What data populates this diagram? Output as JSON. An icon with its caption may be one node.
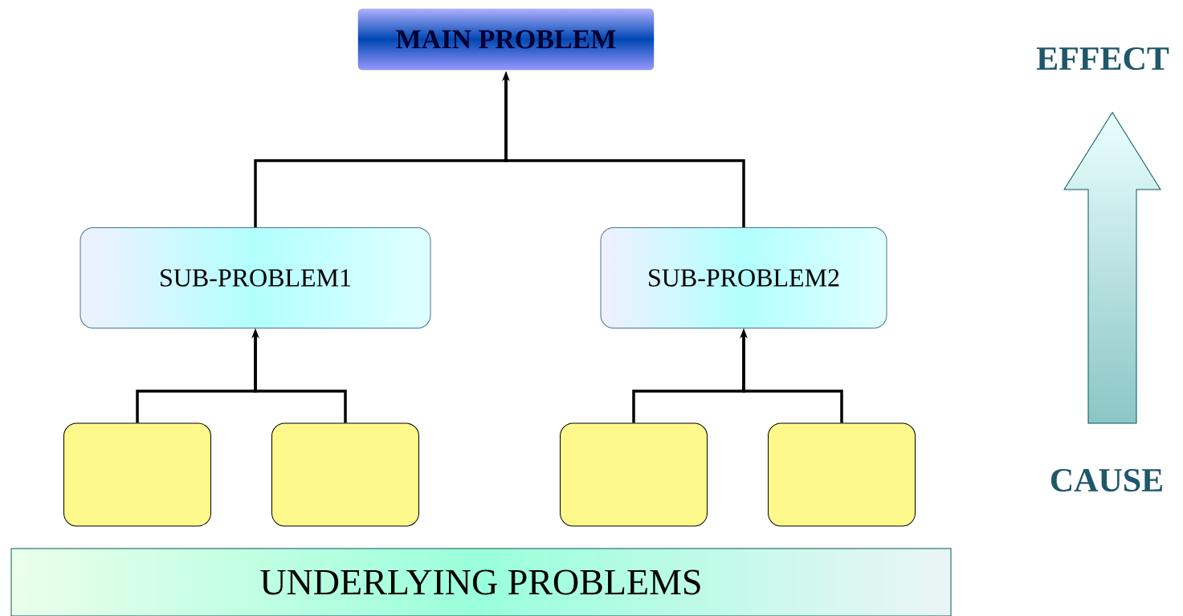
{
  "diagram": {
    "nodes": [
      {
        "text": [
          "MAIN PROBLEM"
        ]
      },
      {
        "text": [
          "SUB-PROBLEM1"
        ]
      },
      {
        "text": [
          "SUB-PROBLEM2"
        ]
      },
      {
        "text": [],
        "shape": "box"
      },
      {
        "text": [],
        "shape": "box"
      },
      {
        "text": [],
        "shape": "box"
      },
      {
        "text": [],
        "shape": "box"
      },
      {
        "text": [
          "UNDERLYING PROBLEMS"
        ]
      }
    ],
    "edges": [
      {
        "from": 1,
        "to": 0,
        "arrow": "to"
      },
      {
        "from": 2,
        "to": 0,
        "arrow": "to"
      },
      {
        "from": 3,
        "to": 1,
        "arrow": "to"
      },
      {
        "from": 4,
        "to": 1,
        "arrow": "to"
      },
      {
        "from": 5,
        "to": 2,
        "arrow": "to"
      },
      {
        "from": 6,
        "to": 2,
        "arrow": "to"
      }
    ],
    "labels": [
      "EFFECT",
      "CAUSE"
    ]
  }
}
